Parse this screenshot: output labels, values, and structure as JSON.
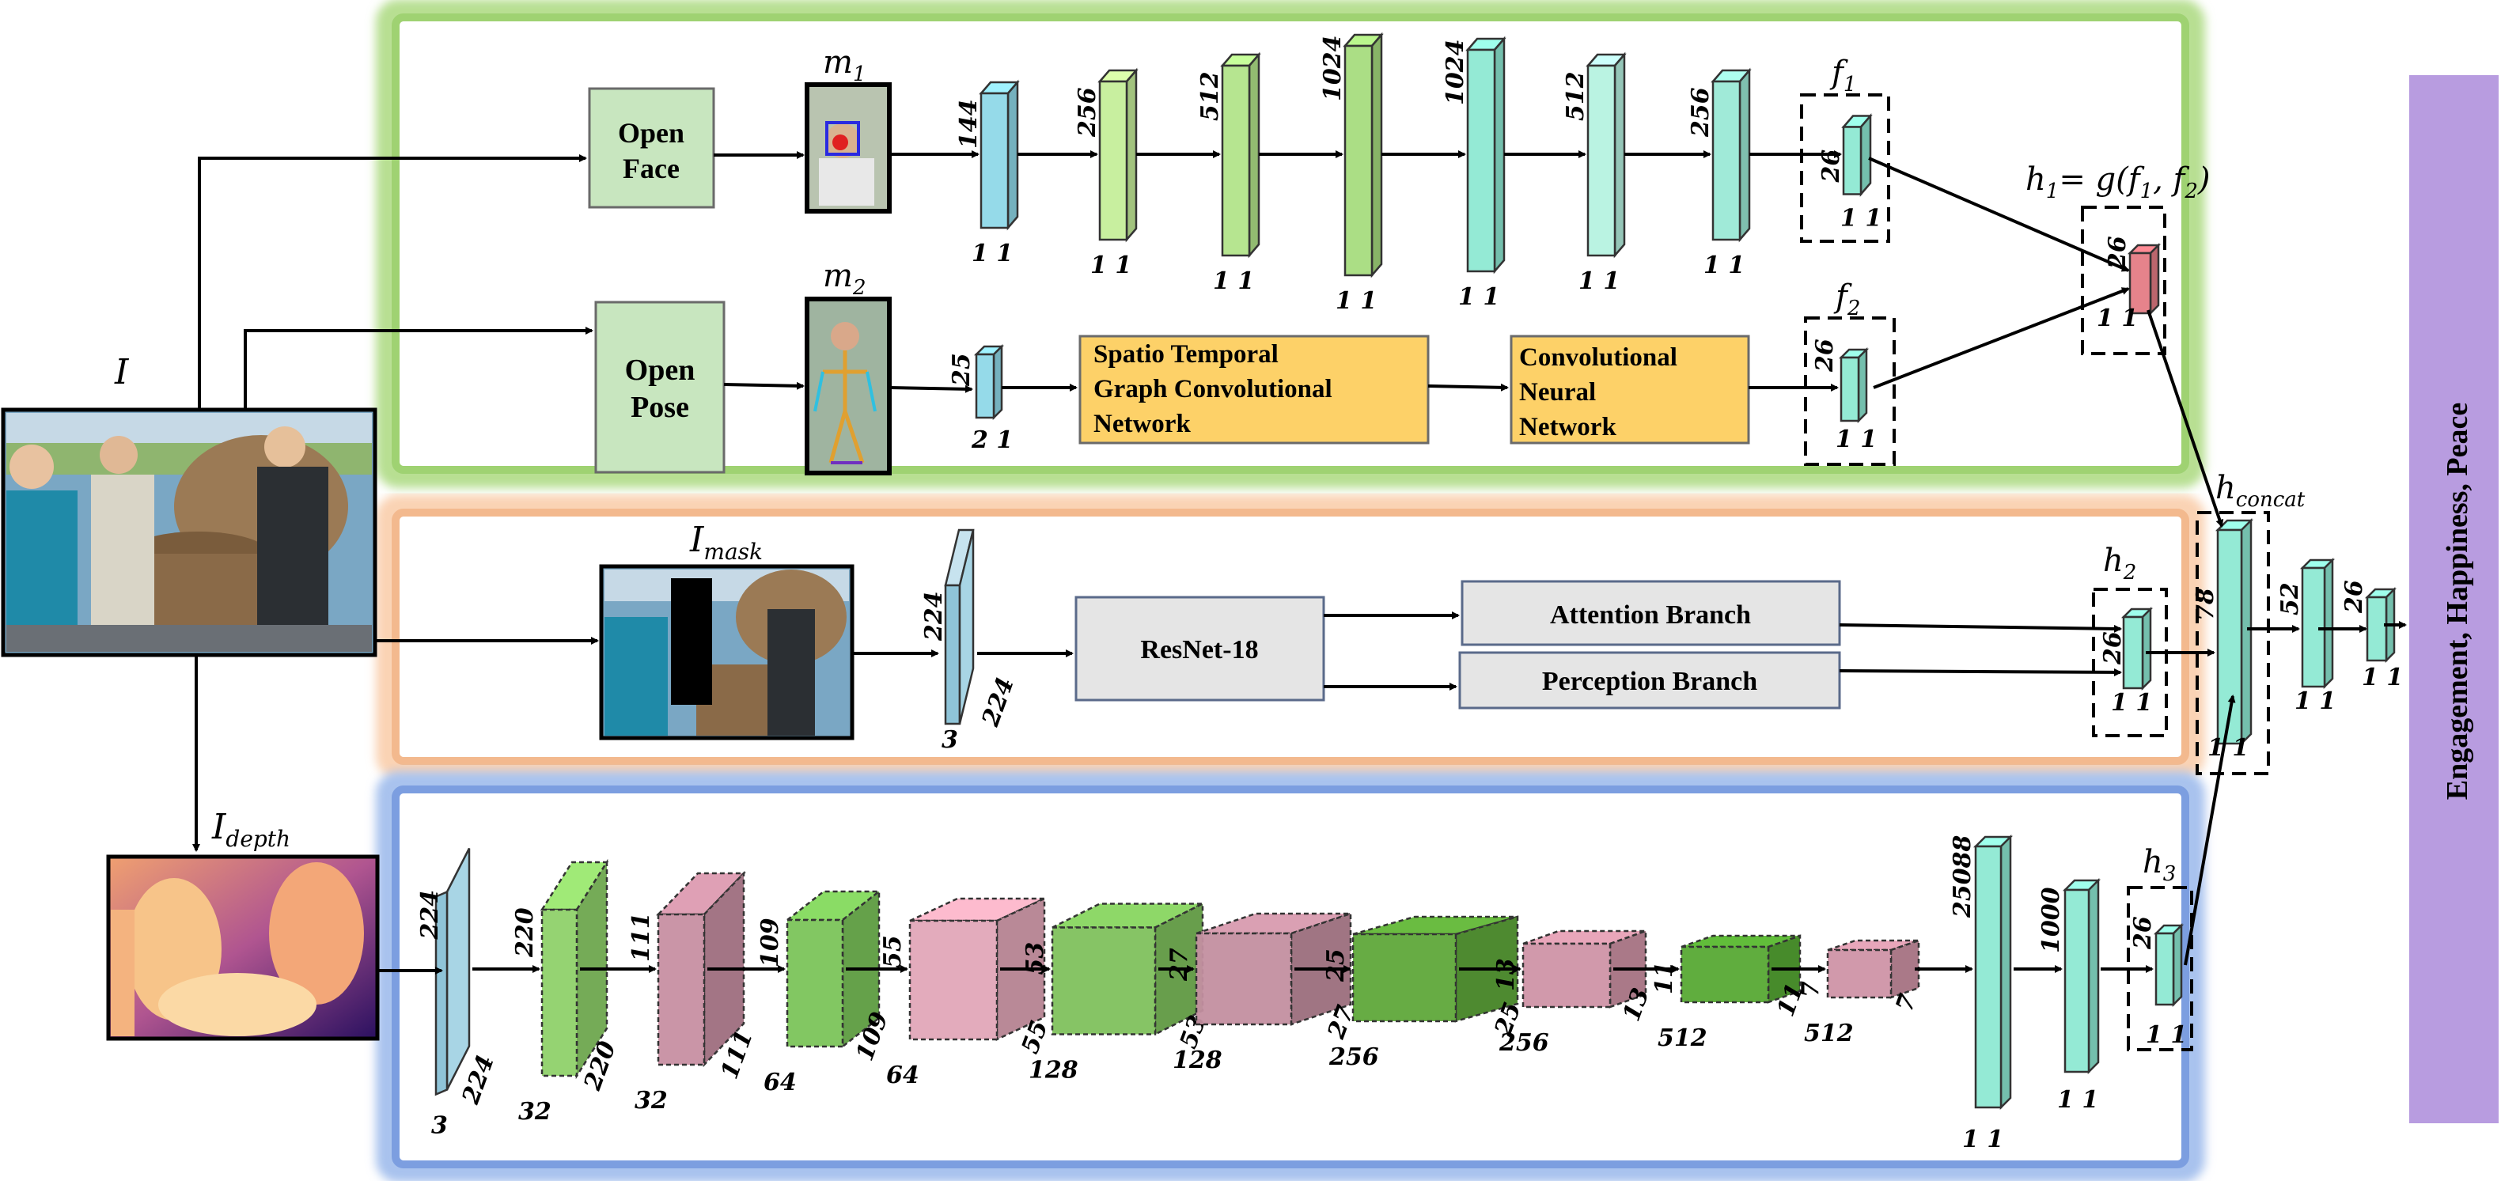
{
  "input": {
    "I": "I"
  },
  "face_branch": {
    "openface_line1": "Open",
    "openface_line2": "Face",
    "m1": "m",
    "m1_sub": "1",
    "layers": [
      "144",
      "256",
      "512",
      "1024",
      "1024",
      "512",
      "256",
      "26"
    ],
    "bottom_label": "1 1",
    "f1": "f",
    "f1_sub": "1"
  },
  "pose_branch": {
    "openpose_line1": "Open",
    "openpose_line2": "Pose",
    "m2": "m",
    "m2_sub": "2",
    "pose_dim_top": "25",
    "pose_dim_bottom": "2 1",
    "stgcn_line1": "Spatio Temporal",
    "stgcn_line2": "Graph Convolutional",
    "stgcn_line3": "Network",
    "cnn_line1": "Convolutional",
    "cnn_line2": "Neural",
    "cnn_line3": "Network",
    "f2_dim": "26",
    "f2": "f",
    "f2_sub": "2"
  },
  "fusion": {
    "h1_prefix": "h",
    "h1_sub": "1",
    "h1_eq": "= g(f",
    "h1_a": "1",
    "h1_mid": ", f",
    "h1_b": "2",
    "h1_end": ")",
    "h1_dim": "26",
    "hconcat": "h",
    "hconcat_sub": "concat",
    "concat_dim": "78",
    "fc1_dim": "52",
    "fc2_dim": "26",
    "one_one": "1 1"
  },
  "mask_branch": {
    "Imask": "I",
    "Imask_sub": "mask",
    "input_dim_a": "224",
    "input_dim_b": "224",
    "input_dim_c": "3",
    "resnet": "ResNet-18",
    "attention": "Attention Branch",
    "perception": "Perception Branch",
    "h2": "h",
    "h2_sub": "2",
    "h2_dim": "26"
  },
  "depth_branch": {
    "Idepth": "I",
    "Idepth_sub": "depth",
    "h3": "h",
    "h3_sub": "3",
    "h3_dim": "26",
    "layers": [
      {
        "top": "224",
        "side": "224",
        "bottom": "3"
      },
      {
        "top": "220",
        "side": "220",
        "bottom": "32"
      },
      {
        "top": "111",
        "side": "111",
        "bottom": "32"
      },
      {
        "top": "109",
        "side": "109",
        "bottom": "64"
      },
      {
        "top": "55",
        "side": "55",
        "bottom": "64"
      },
      {
        "top": "53",
        "side": "53",
        "bottom": "128"
      },
      {
        "top": "27",
        "side": "27",
        "bottom": "128"
      },
      {
        "top": "25",
        "side": "25",
        "bottom": "256"
      },
      {
        "top": "13",
        "side": "13",
        "bottom": "256"
      },
      {
        "top": "11",
        "side": "11",
        "bottom": "512"
      },
      {
        "top": "7",
        "side": "7",
        "bottom": "512"
      }
    ],
    "fc_dims": [
      "25088",
      "1000"
    ]
  },
  "output_label": "Engagement, Happiness, Peace",
  "colors": {
    "green_frame": "#a6d57a",
    "orange_frame": "#f6c39c",
    "blue_frame": "#86a9e2",
    "light_green_box": "#c8e6bf",
    "yellow_box": "#fdd168",
    "gray_box": "#e5e5e5",
    "purple_bar": "#b89ce0",
    "cyan": "#8ee9d3",
    "pink": "#d9a0b0",
    "green_cube": "#6fb54a"
  }
}
